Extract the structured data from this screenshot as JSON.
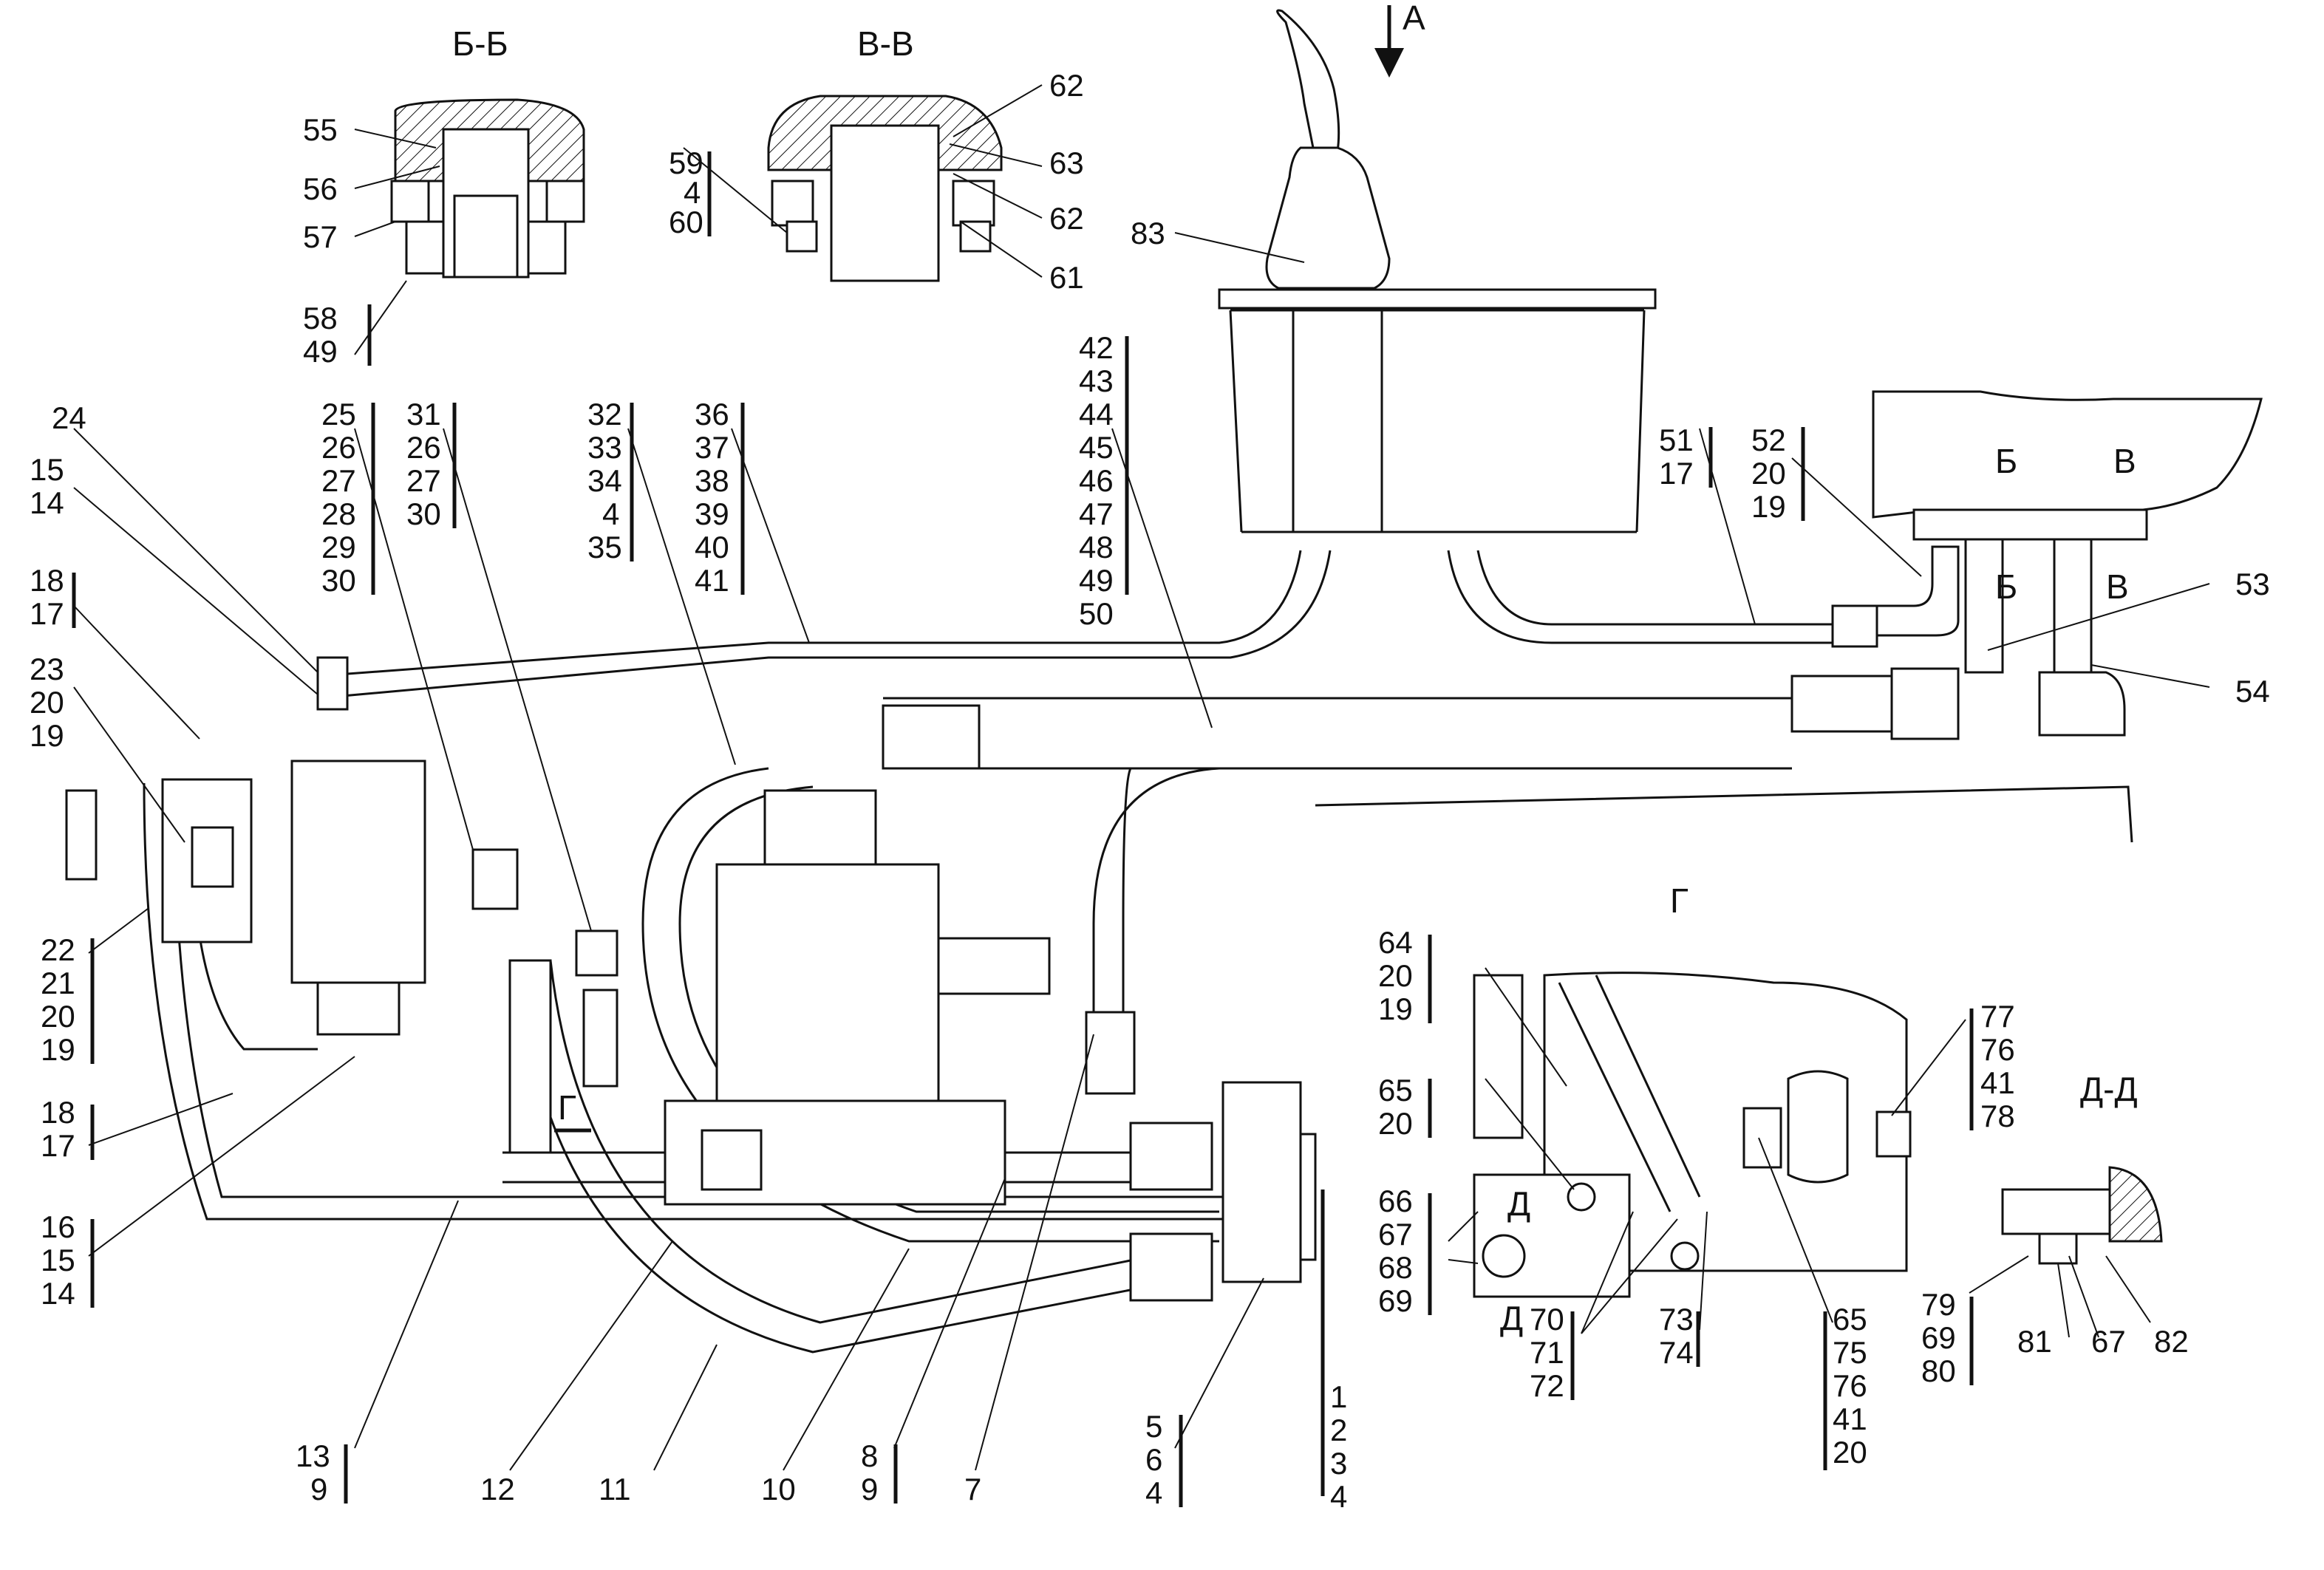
{
  "sections": {
    "bb": "Б-Б",
    "vv": "В-В",
    "dd": "Д-Д",
    "g": "Г",
    "view_a": "А"
  },
  "markers": {
    "b1": "Б",
    "b2": "Б",
    "v1": "В",
    "v2": "В",
    "g_mark": "Г",
    "d1": "Д",
    "d2": "Д"
  },
  "callouts": [
    {
      "id": "c55",
      "label": "55"
    },
    {
      "id": "c56",
      "label": "56"
    },
    {
      "id": "c57",
      "label": "57"
    },
    {
      "id": "c58",
      "label": "58"
    },
    {
      "id": "c49a",
      "label": "49"
    },
    {
      "id": "c62a",
      "label": "62"
    },
    {
      "id": "c63",
      "label": "63"
    },
    {
      "id": "c62b",
      "label": "62"
    },
    {
      "id": "c61",
      "label": "61"
    },
    {
      "id": "c59",
      "label": "59"
    },
    {
      "id": "c4a",
      "label": "4"
    },
    {
      "id": "c60",
      "label": "60"
    },
    {
      "id": "c83",
      "label": "83"
    },
    {
      "id": "c42",
      "label": "42"
    },
    {
      "id": "c43",
      "label": "43"
    },
    {
      "id": "c44",
      "label": "44"
    },
    {
      "id": "c45",
      "label": "45"
    },
    {
      "id": "c46",
      "label": "46"
    },
    {
      "id": "c47",
      "label": "47"
    },
    {
      "id": "c48",
      "label": "48"
    },
    {
      "id": "c49b",
      "label": "49"
    },
    {
      "id": "c50",
      "label": "50"
    },
    {
      "id": "c51",
      "label": "51"
    },
    {
      "id": "c17a",
      "label": "17"
    },
    {
      "id": "c52",
      "label": "52"
    },
    {
      "id": "c20a",
      "label": "20"
    },
    {
      "id": "c19a",
      "label": "19"
    },
    {
      "id": "c53",
      "label": "53"
    },
    {
      "id": "c54",
      "label": "54"
    },
    {
      "id": "c24",
      "label": "24"
    },
    {
      "id": "c15a",
      "label": "15"
    },
    {
      "id": "c14a",
      "label": "14"
    },
    {
      "id": "c18a",
      "label": "18"
    },
    {
      "id": "c17b",
      "label": "17"
    },
    {
      "id": "c23",
      "label": "23"
    },
    {
      "id": "c20b",
      "label": "20"
    },
    {
      "id": "c19b",
      "label": "19"
    },
    {
      "id": "c25",
      "label": "25"
    },
    {
      "id": "c26a",
      "label": "26"
    },
    {
      "id": "c27a",
      "label": "27"
    },
    {
      "id": "c28",
      "label": "28"
    },
    {
      "id": "c29",
      "label": "29"
    },
    {
      "id": "c30a",
      "label": "30"
    },
    {
      "id": "c31",
      "label": "31"
    },
    {
      "id": "c26b",
      "label": "26"
    },
    {
      "id": "c27b",
      "label": "27"
    },
    {
      "id": "c30b",
      "label": "30"
    },
    {
      "id": "c32",
      "label": "32"
    },
    {
      "id": "c33",
      "label": "33"
    },
    {
      "id": "c34",
      "label": "34"
    },
    {
      "id": "c4b",
      "label": "4"
    },
    {
      "id": "c35",
      "label": "35"
    },
    {
      "id": "c36",
      "label": "36"
    },
    {
      "id": "c37",
      "label": "37"
    },
    {
      "id": "c38",
      "label": "38"
    },
    {
      "id": "c39",
      "label": "39"
    },
    {
      "id": "c40",
      "label": "40"
    },
    {
      "id": "c41a",
      "label": "41"
    },
    {
      "id": "c22",
      "label": "22"
    },
    {
      "id": "c21",
      "label": "21"
    },
    {
      "id": "c20c",
      "label": "20"
    },
    {
      "id": "c19c",
      "label": "19"
    },
    {
      "id": "c18b",
      "label": "18"
    },
    {
      "id": "c17c",
      "label": "17"
    },
    {
      "id": "c16",
      "label": "16"
    },
    {
      "id": "c15b",
      "label": "15"
    },
    {
      "id": "c14b",
      "label": "14"
    },
    {
      "id": "c13",
      "label": "13"
    },
    {
      "id": "c9a",
      "label": "9"
    },
    {
      "id": "c12",
      "label": "12"
    },
    {
      "id": "c11",
      "label": "11"
    },
    {
      "id": "c10",
      "label": "10"
    },
    {
      "id": "c8",
      "label": "8"
    },
    {
      "id": "c9b",
      "label": "9"
    },
    {
      "id": "c7",
      "label": "7"
    },
    {
      "id": "c5",
      "label": "5"
    },
    {
      "id": "c6",
      "label": "6"
    },
    {
      "id": "c4c",
      "label": "4"
    },
    {
      "id": "c1",
      "label": "1"
    },
    {
      "id": "c2",
      "label": "2"
    },
    {
      "id": "c3",
      "label": "3"
    },
    {
      "id": "c4d",
      "label": "4"
    },
    {
      "id": "c64",
      "label": "64"
    },
    {
      "id": "c20d",
      "label": "20"
    },
    {
      "id": "c19d",
      "label": "19"
    },
    {
      "id": "c65a",
      "label": "65"
    },
    {
      "id": "c20e",
      "label": "20"
    },
    {
      "id": "c66",
      "label": "66"
    },
    {
      "id": "c67a",
      "label": "67"
    },
    {
      "id": "c68",
      "label": "68"
    },
    {
      "id": "c69a",
      "label": "69"
    },
    {
      "id": "c70",
      "label": "70"
    },
    {
      "id": "c71",
      "label": "71"
    },
    {
      "id": "c72",
      "label": "72"
    },
    {
      "id": "c73",
      "label": "73"
    },
    {
      "id": "c74",
      "label": "74"
    },
    {
      "id": "c65b",
      "label": "65"
    },
    {
      "id": "c75",
      "label": "75"
    },
    {
      "id": "c76a",
      "label": "76"
    },
    {
      "id": "c41b",
      "label": "41"
    },
    {
      "id": "c20f",
      "label": "20"
    },
    {
      "id": "c77",
      "label": "77"
    },
    {
      "id": "c76b",
      "label": "76"
    },
    {
      "id": "c41c",
      "label": "41"
    },
    {
      "id": "c78",
      "label": "78"
    },
    {
      "id": "c79",
      "label": "79"
    },
    {
      "id": "c69b",
      "label": "69"
    },
    {
      "id": "c80",
      "label": "80"
    },
    {
      "id": "c81",
      "label": "81"
    },
    {
      "id": "c67b",
      "label": "67"
    },
    {
      "id": "c82",
      "label": "82"
    }
  ]
}
